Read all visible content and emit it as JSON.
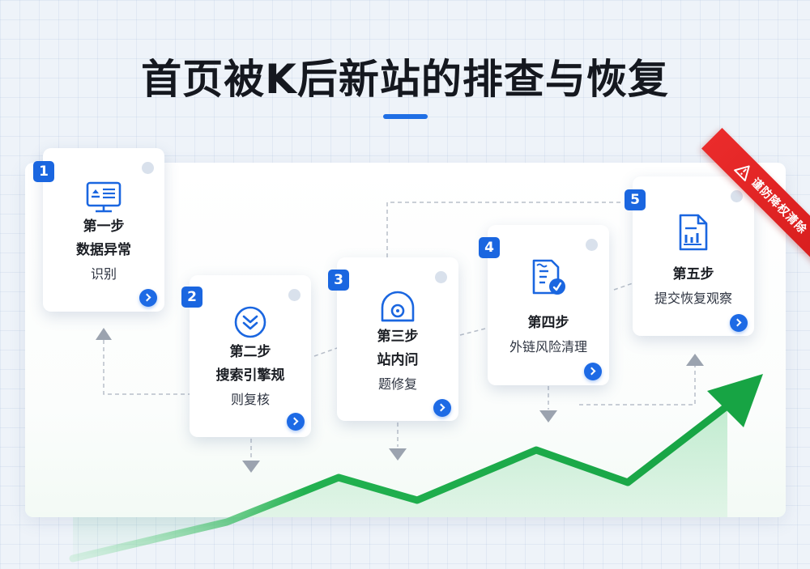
{
  "title": "首页被K后新站的排查与恢复",
  "ribbon_text": "谨防降权清除",
  "colors": {
    "accent_blue": "#1a66e0",
    "trend_green": "#1fae4e",
    "ribbon_red": "#e42626"
  },
  "steps": [
    {
      "number": "1",
      "title": "第一步",
      "title2": "数据异常",
      "subtitle": "识别",
      "icon": "monitor-chart-icon"
    },
    {
      "number": "2",
      "title": "第二步",
      "title2": "搜索引擎规",
      "subtitle": "则复核",
      "icon": "double-chevron-down-icon"
    },
    {
      "number": "3",
      "title": "第三步",
      "title2": "站内问",
      "subtitle": "题修复",
      "icon": "site-repair-icon"
    },
    {
      "number": "4",
      "title": "第四步",
      "title2": "外链风险清理",
      "subtitle": "",
      "icon": "document-shield-icon"
    },
    {
      "number": "5",
      "title": "第五步",
      "title2": "提交恢复观察",
      "subtitle": "",
      "icon": "report-chart-icon"
    }
  ]
}
